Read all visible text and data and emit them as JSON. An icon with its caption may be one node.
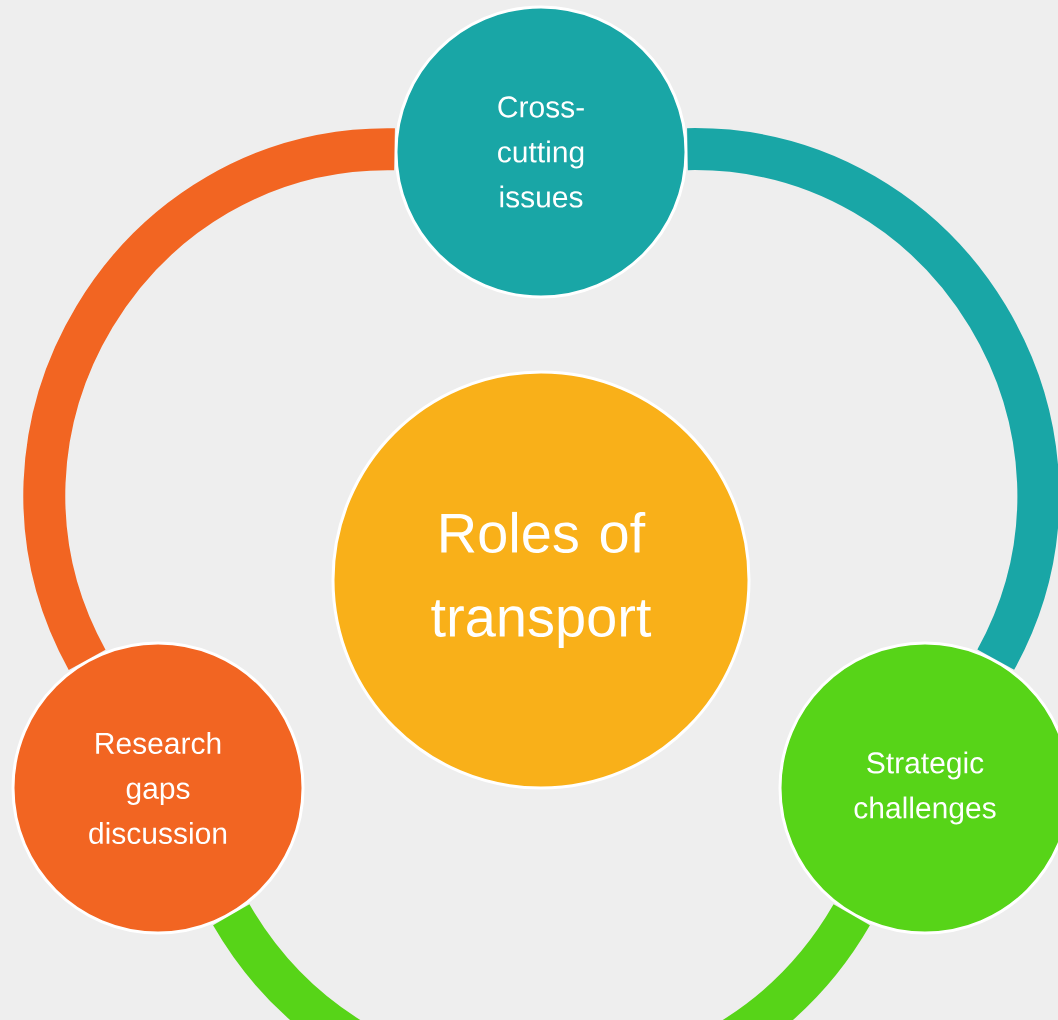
{
  "diagram": {
    "nodes": [
      {
        "text": [
          "Cross-cutting issues"
        ]
      },
      {
        "text": [
          "Roles of transport"
        ]
      },
      {
        "text": [
          "Research gaps discussion"
        ]
      },
      {
        "text": [
          "Strategic challenges"
        ]
      }
    ],
    "edges": [
      {
        "from": 0,
        "to": 3,
        "arrow": "none",
        "color": "#19a6a6"
      },
      {
        "from": 3,
        "to": 2,
        "arrow": "none",
        "color": "#57d418"
      },
      {
        "from": 2,
        "to": 0,
        "arrow": "none",
        "color": "#f26522"
      }
    ]
  }
}
